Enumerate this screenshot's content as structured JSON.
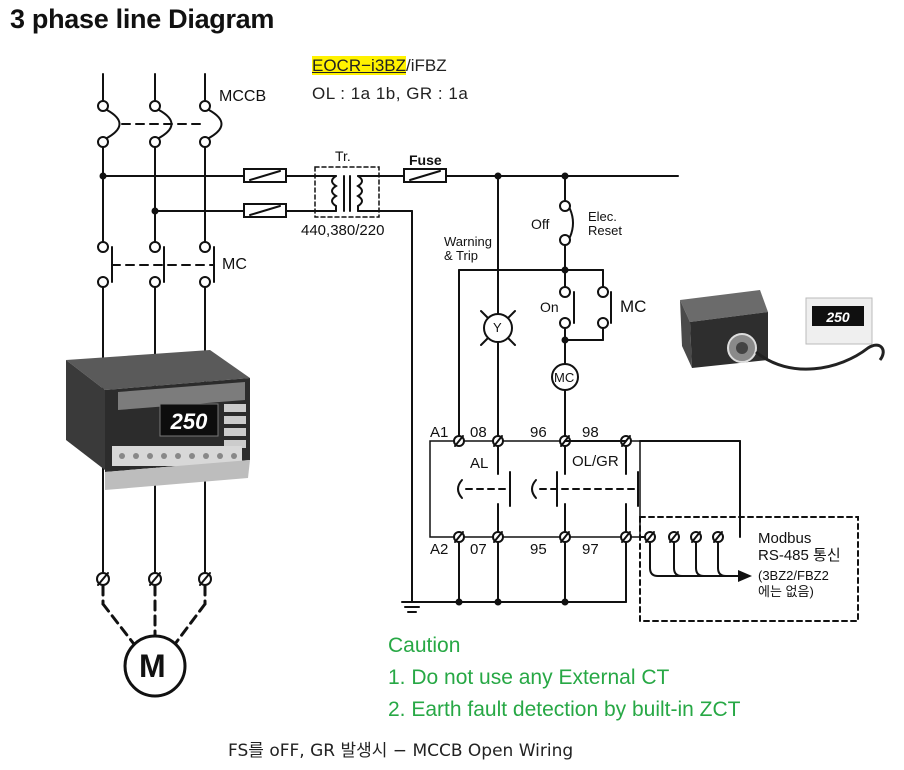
{
  "title": "3 phase line Diagram",
  "model": {
    "highlight": "EOCR−i3BZ",
    "rest": "/iFBZ"
  },
  "spec": "OL : 1a 1b, GR : 1a",
  "labels": {
    "mccb": "MCCB",
    "mc_main": "MC",
    "tr": "Tr.",
    "fuse": "Fuse",
    "voltage": "440,380/220",
    "warning_l1": "Warning",
    "warning_l2": "& Trip",
    "off": "Off",
    "elec_l1": "Elec.",
    "elec_l2": "Reset",
    "on": "On",
    "mc_aux": "MC",
    "lamp": "Y",
    "coil": "MC",
    "t_a1": "A1",
    "t_08": "08",
    "t_96": "96",
    "t_98": "98",
    "t_a2": "A2",
    "t_07": "07",
    "t_95": "95",
    "t_97": "97",
    "al": "AL",
    "olgr": "OL/GR",
    "modbus_l1": "Modbus",
    "modbus_l2": "RS-485 통신",
    "modbus_l3": "(3BZ2/FBZ2",
    "modbus_l4": "에는 없음)",
    "motor": "M",
    "relay_display": "250"
  },
  "caution": {
    "heading": "Caution",
    "item1": "1. Do not use any External CT",
    "item2": "2. Earth fault detection by built-in ZCT"
  },
  "footer": "FS를 oFF, GR 발생시 − MCCB Open Wiring",
  "colors": {
    "caution": "#27a845",
    "highlight": "#fff200",
    "line": "#111111"
  }
}
